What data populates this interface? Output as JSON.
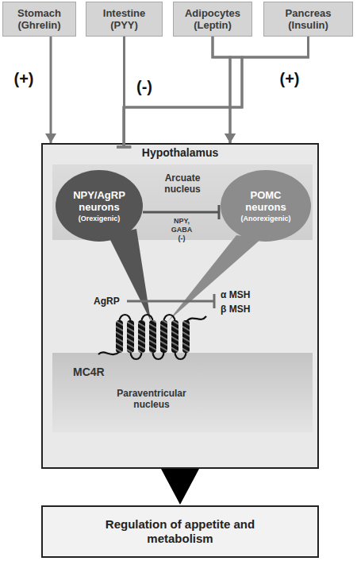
{
  "diagram": {
    "nodes": [
      {
        "text": [
          "Stomach (Ghrelin)"
        ]
      },
      {
        "text": [
          "Intestine (PYY)"
        ]
      },
      {
        "text": [
          "Adipocytes (Leptin)"
        ]
      },
      {
        "text": [
          "Pancreas (Insulin)"
        ]
      },
      {
        "text": [
          "Hypothalamus"
        ]
      },
      {
        "text": [
          "Arcuate nucleus"
        ],
        "in": 4
      },
      {
        "text": [
          "NPY/AgRP neurons",
          "(Orexigenic)"
        ],
        "in": 5
      },
      {
        "text": [
          "POMC neurons",
          "(Anorexigenic)"
        ],
        "in": 5
      },
      {
        "text": [
          "MC4R",
          "Paraventricular nucleus"
        ],
        "in": 4
      },
      {
        "text": [
          "Regulation of appetite and metabolism"
        ]
      }
    ],
    "edges": [
      {
        "from": 0,
        "to": 4,
        "arrow": "to",
        "label": "(+)"
      },
      {
        "from": 1,
        "to": 4,
        "arrow": "to",
        "label": "(-)"
      },
      {
        "from": 2,
        "to": 4,
        "arrow": "to",
        "label": "(+)"
      },
      {
        "from": 3,
        "to": 4,
        "arrow": "to"
      },
      {
        "from": 2,
        "to": 4,
        "arrow": "to"
      },
      {
        "from": 3,
        "to": 4,
        "arrow": "to"
      },
      {
        "from": 6,
        "to": 7,
        "arrow": "to",
        "label": "NPY, GABA (-)"
      },
      {
        "from": 4,
        "to": 9,
        "arrow": "to"
      }
    ],
    "labels": [
      "AgRP",
      "α MSH",
      "β MSH"
    ]
  }
}
